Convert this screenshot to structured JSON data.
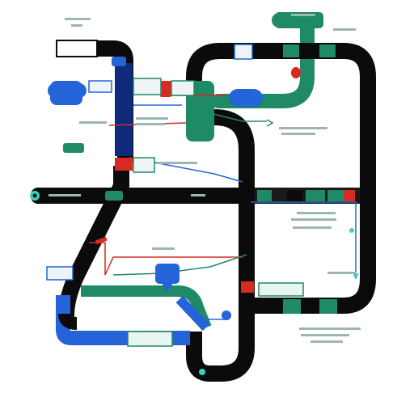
{
  "diagram": {
    "colors": {
      "track": "#0b0b0b",
      "blue": "#2563d8",
      "green": "#1f8a66",
      "red": "#d62a22",
      "navy": "#0f2a7a",
      "label_text": "#2e5d5d",
      "background": "#ffffff"
    },
    "icons": [
      "pin-icon",
      "chevron-icon",
      "node-dot-icon"
    ],
    "text_blocks": [
      {
        "id": "top-left-caption",
        "lines": [
          "",
          ""
        ]
      },
      {
        "id": "top-right-caption",
        "lines": [
          "",
          ""
        ]
      },
      {
        "id": "right-mid-caption",
        "lines": [
          "",
          ""
        ]
      },
      {
        "id": "left-mid-caption",
        "lines": [
          ""
        ]
      },
      {
        "id": "center-caption",
        "lines": [
          ""
        ]
      },
      {
        "id": "right-lower-caption",
        "lines": [
          "",
          "",
          ""
        ]
      },
      {
        "id": "bottom-right-caption",
        "lines": [
          "",
          "",
          ""
        ]
      }
    ]
  }
}
